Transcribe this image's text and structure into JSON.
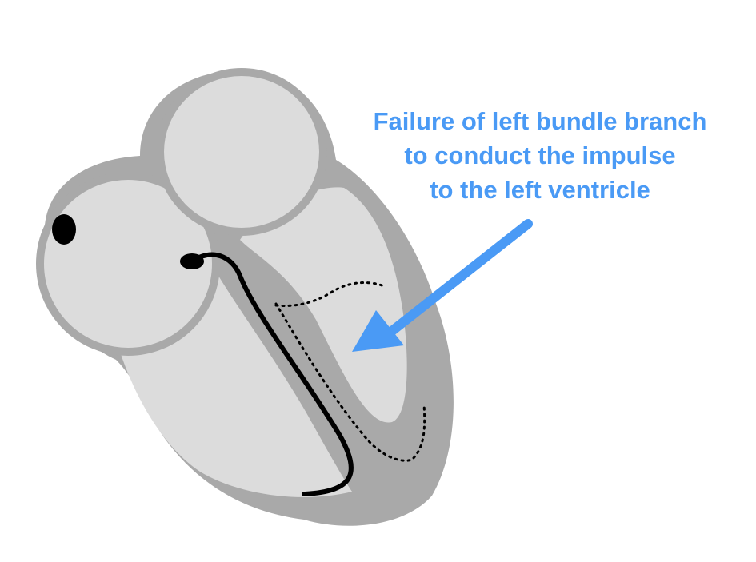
{
  "annotation": {
    "lines": [
      "Failure of left bundle branch",
      "to conduct the impulse",
      "to the left ventricle"
    ]
  },
  "colors": {
    "heart_wall": "#a9a9a9",
    "chamber_fill": "#dcdcdc",
    "conduction_line": "#000000",
    "arrow": "#4a9af5",
    "annotation_text": "#4a9af5"
  }
}
